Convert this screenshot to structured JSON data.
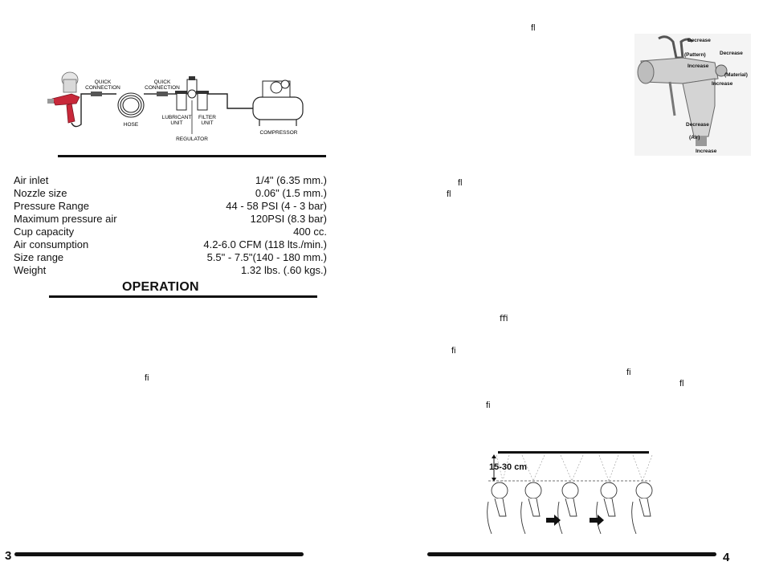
{
  "left_page": {
    "diagram": {
      "labels": {
        "quick_connection_1": [
          "QUICK",
          "CONNECTION"
        ],
        "quick_connection_2": [
          "QUICK",
          "CONNECTION"
        ],
        "hose": "HOSE",
        "lubricant_unit": [
          "LUBRICANT",
          "UNIT"
        ],
        "filter_unit": [
          "FILTER",
          "UNIT"
        ],
        "regulator": "REGULATOR",
        "compressor": "COMPRESSOR"
      }
    },
    "specs": [
      {
        "label": "Air inlet",
        "value": "1/4\" (6.35 mm.)"
      },
      {
        "label": "Nozzle size",
        "value": "0.06\" (1.5 mm.)"
      },
      {
        "label": "Pressure Range",
        "value": "44 - 58 PSI (4 - 3 bar)"
      },
      {
        "label": "Maximum pressure air",
        "value": "120PSI  (8.3 bar)"
      },
      {
        "label": "Cup capacity",
        "value": "400 cc."
      },
      {
        "label": "Air consumption",
        "value": "4.2-6.0 CFM  (118 lts./min.)"
      },
      {
        "label": "Size range",
        "value": "5.5\" - 7.5\"(140  - 180 mm.)"
      },
      {
        "label": "Weight",
        "value": "1.32 lbs. (.60 kgs.)"
      }
    ],
    "operation_title": "OPERATION",
    "ligature_fi": "ﬁ",
    "page_number": "3"
  },
  "right_page": {
    "gun_labels": {
      "decrease_top": "Decrease",
      "pattern": "(Pattern)",
      "decrease_right": "Decrease",
      "increase_1": "Increase",
      "material": "(Material)",
      "increase_2": "Increase",
      "decrease_air": "Decrease",
      "air": "(Air)",
      "increase_air": "Increase"
    },
    "ligatures": {
      "fl_top": "ﬂ",
      "fl_1": "ﬂ",
      "fl_2": "ﬂ",
      "ffi": "ﬃ",
      "fi_1": "ﬁ",
      "fi_2": "ﬁ",
      "fl_3": "ﬂ",
      "fi_3": "ﬁ"
    },
    "distance_label": "15-30 cm",
    "page_number": "4"
  }
}
